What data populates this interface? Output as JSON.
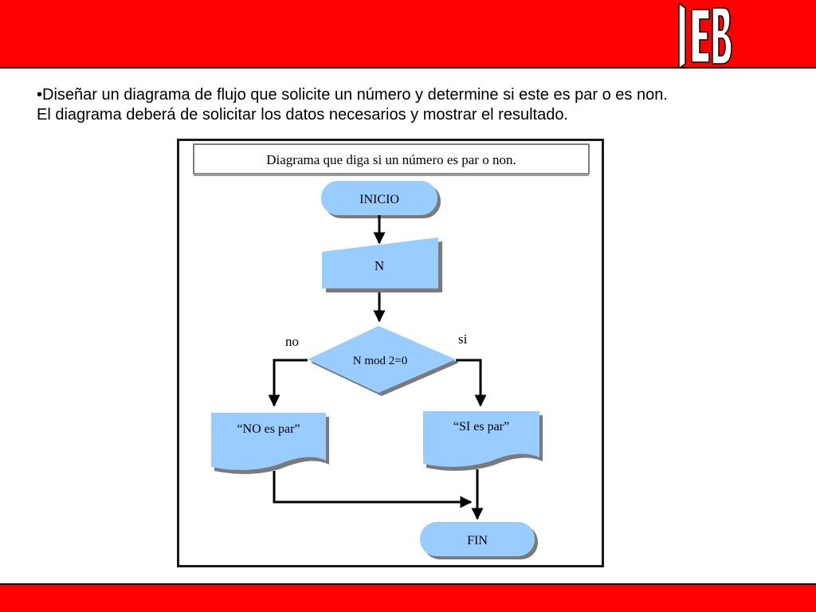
{
  "slide": {
    "logo_text": "IEB",
    "instruction_line1": "•Diseñar un diagrama de flujo que solicite un número y determine si este es par o es non.",
    "instruction_line2": "El diagrama deberá de solicitar los datos necesarios y mostrar el resultado."
  },
  "diagram": {
    "title": "Diagrama que diga si un número es par o non.",
    "start_label": "INICIO",
    "input_label": "N",
    "decision_label": "N mod 2=0",
    "no_branch_label": "no",
    "yes_branch_label": "si",
    "no_output_label": "“NO es par”",
    "yes_output_label": "“SI es par”",
    "end_label": "FIN"
  },
  "colors": {
    "band": "#ff0000",
    "shape_fill": "#99ccff",
    "shape_shadow": "#7a7a7a"
  }
}
